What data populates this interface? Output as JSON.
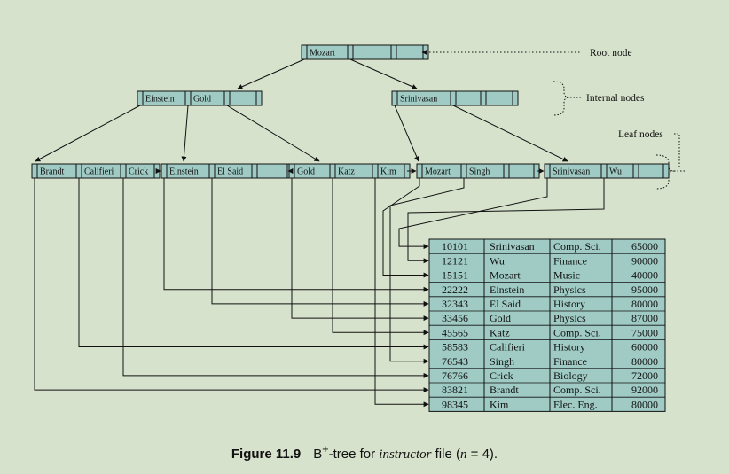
{
  "header_fragment": "",
  "annotations": {
    "root": "Root node",
    "internal": "Internal nodes",
    "leaf": "Leaf nodes"
  },
  "nodes": {
    "root": [
      "Mozart"
    ],
    "internal_left": [
      "Einstein",
      "Gold"
    ],
    "internal_right": [
      "Srinivasan"
    ],
    "leaf1": [
      "Brandt",
      "Califieri",
      "Crick"
    ],
    "leaf2": [
      "Einstein",
      "El Said"
    ],
    "leaf3": [
      "Gold",
      "Katz",
      "Kim"
    ],
    "leaf4": [
      "Mozart",
      "Singh"
    ],
    "leaf5": [
      "Srinivasan",
      "Wu"
    ]
  },
  "records": [
    [
      "10101",
      "Srinivasan",
      "Comp. Sci.",
      "65000"
    ],
    [
      "12121",
      "Wu",
      "Finance",
      "90000"
    ],
    [
      "15151",
      "Mozart",
      "Music",
      "40000"
    ],
    [
      "22222",
      "Einstein",
      "Physics",
      "95000"
    ],
    [
      "32343",
      "El Said",
      "History",
      "80000"
    ],
    [
      "33456",
      "Gold",
      "Physics",
      "87000"
    ],
    [
      "45565",
      "Katz",
      "Comp. Sci.",
      "75000"
    ],
    [
      "58583",
      "Califieri",
      "History",
      "60000"
    ],
    [
      "76543",
      "Singh",
      "Finance",
      "80000"
    ],
    [
      "76766",
      "Crick",
      "Biology",
      "72000"
    ],
    [
      "83821",
      "Brandt",
      "Comp. Sci.",
      "92000"
    ],
    [
      "98345",
      "Kim",
      "Elec. Eng.",
      "80000"
    ]
  ],
  "caption": {
    "figure": "Figure 11.9",
    "text_before": "B",
    "superscript": "+",
    "text_mid": "-tree for ",
    "italic": "instructor",
    "text_after": " file (",
    "n_var": "n",
    "text_end": " = 4)."
  },
  "colors": {
    "background": "#d7e2cc",
    "node_fill": "#9fcbc4",
    "table_fill": "#9fcbc4",
    "line": "#111111"
  }
}
